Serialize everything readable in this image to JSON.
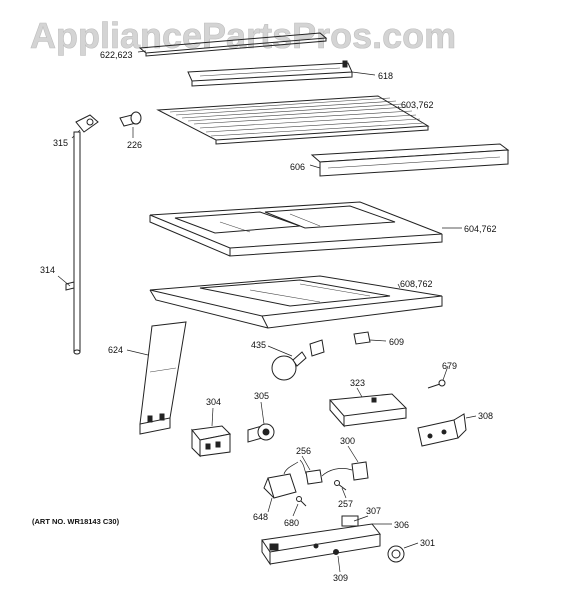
{
  "watermark": "AppliancePartsPros.com",
  "art_number": "(ART NO. WR18143 C30)",
  "callouts": {
    "p622": "622,623",
    "p618": "618",
    "p603": "603,762",
    "p226": "226",
    "p315": "315",
    "p606": "606",
    "p604": "604,762",
    "p314": "314",
    "p608": "608,762",
    "p624": "624",
    "p435": "435",
    "p609": "609",
    "p679": "679",
    "p323": "323",
    "p304": "304",
    "p305": "305",
    "p308": "308",
    "p256": "256",
    "p300": "300",
    "p648": "648",
    "p257": "257",
    "p680": "680",
    "p307": "307",
    "p306": "306",
    "p301": "301",
    "p309": "309"
  }
}
